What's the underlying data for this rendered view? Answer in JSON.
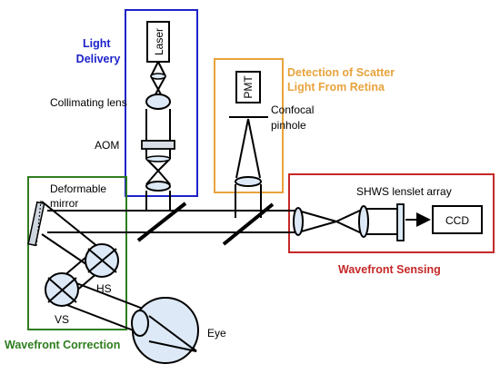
{
  "sections": {
    "light_delivery": "Light\nDelivery",
    "detection": "Detection of Scatter\nLight From Retina",
    "wavefront_sensing": "Wavefront Sensing",
    "wavefront_correction": "Wavefront Correction"
  },
  "components": {
    "laser": "Laser",
    "collimating_lens": "Collimating lens",
    "aom": "AOM",
    "pmt": "PMT",
    "confocal_pinhole": "Confocal\npinhole",
    "deformable_mirror": "Deformable\nmirror",
    "shws_lenslet_array": "SHWS lenslet array",
    "ccd": "CCD",
    "hs": "HS",
    "vs": "VS",
    "eye": "Eye"
  },
  "colors": {
    "light_delivery": "#1c22c8",
    "detection": "#e8a33c",
    "wavefront_sensing": "#c62828",
    "wavefront_correction": "#2e7d1e",
    "optic_fill": "#dde9f6"
  }
}
